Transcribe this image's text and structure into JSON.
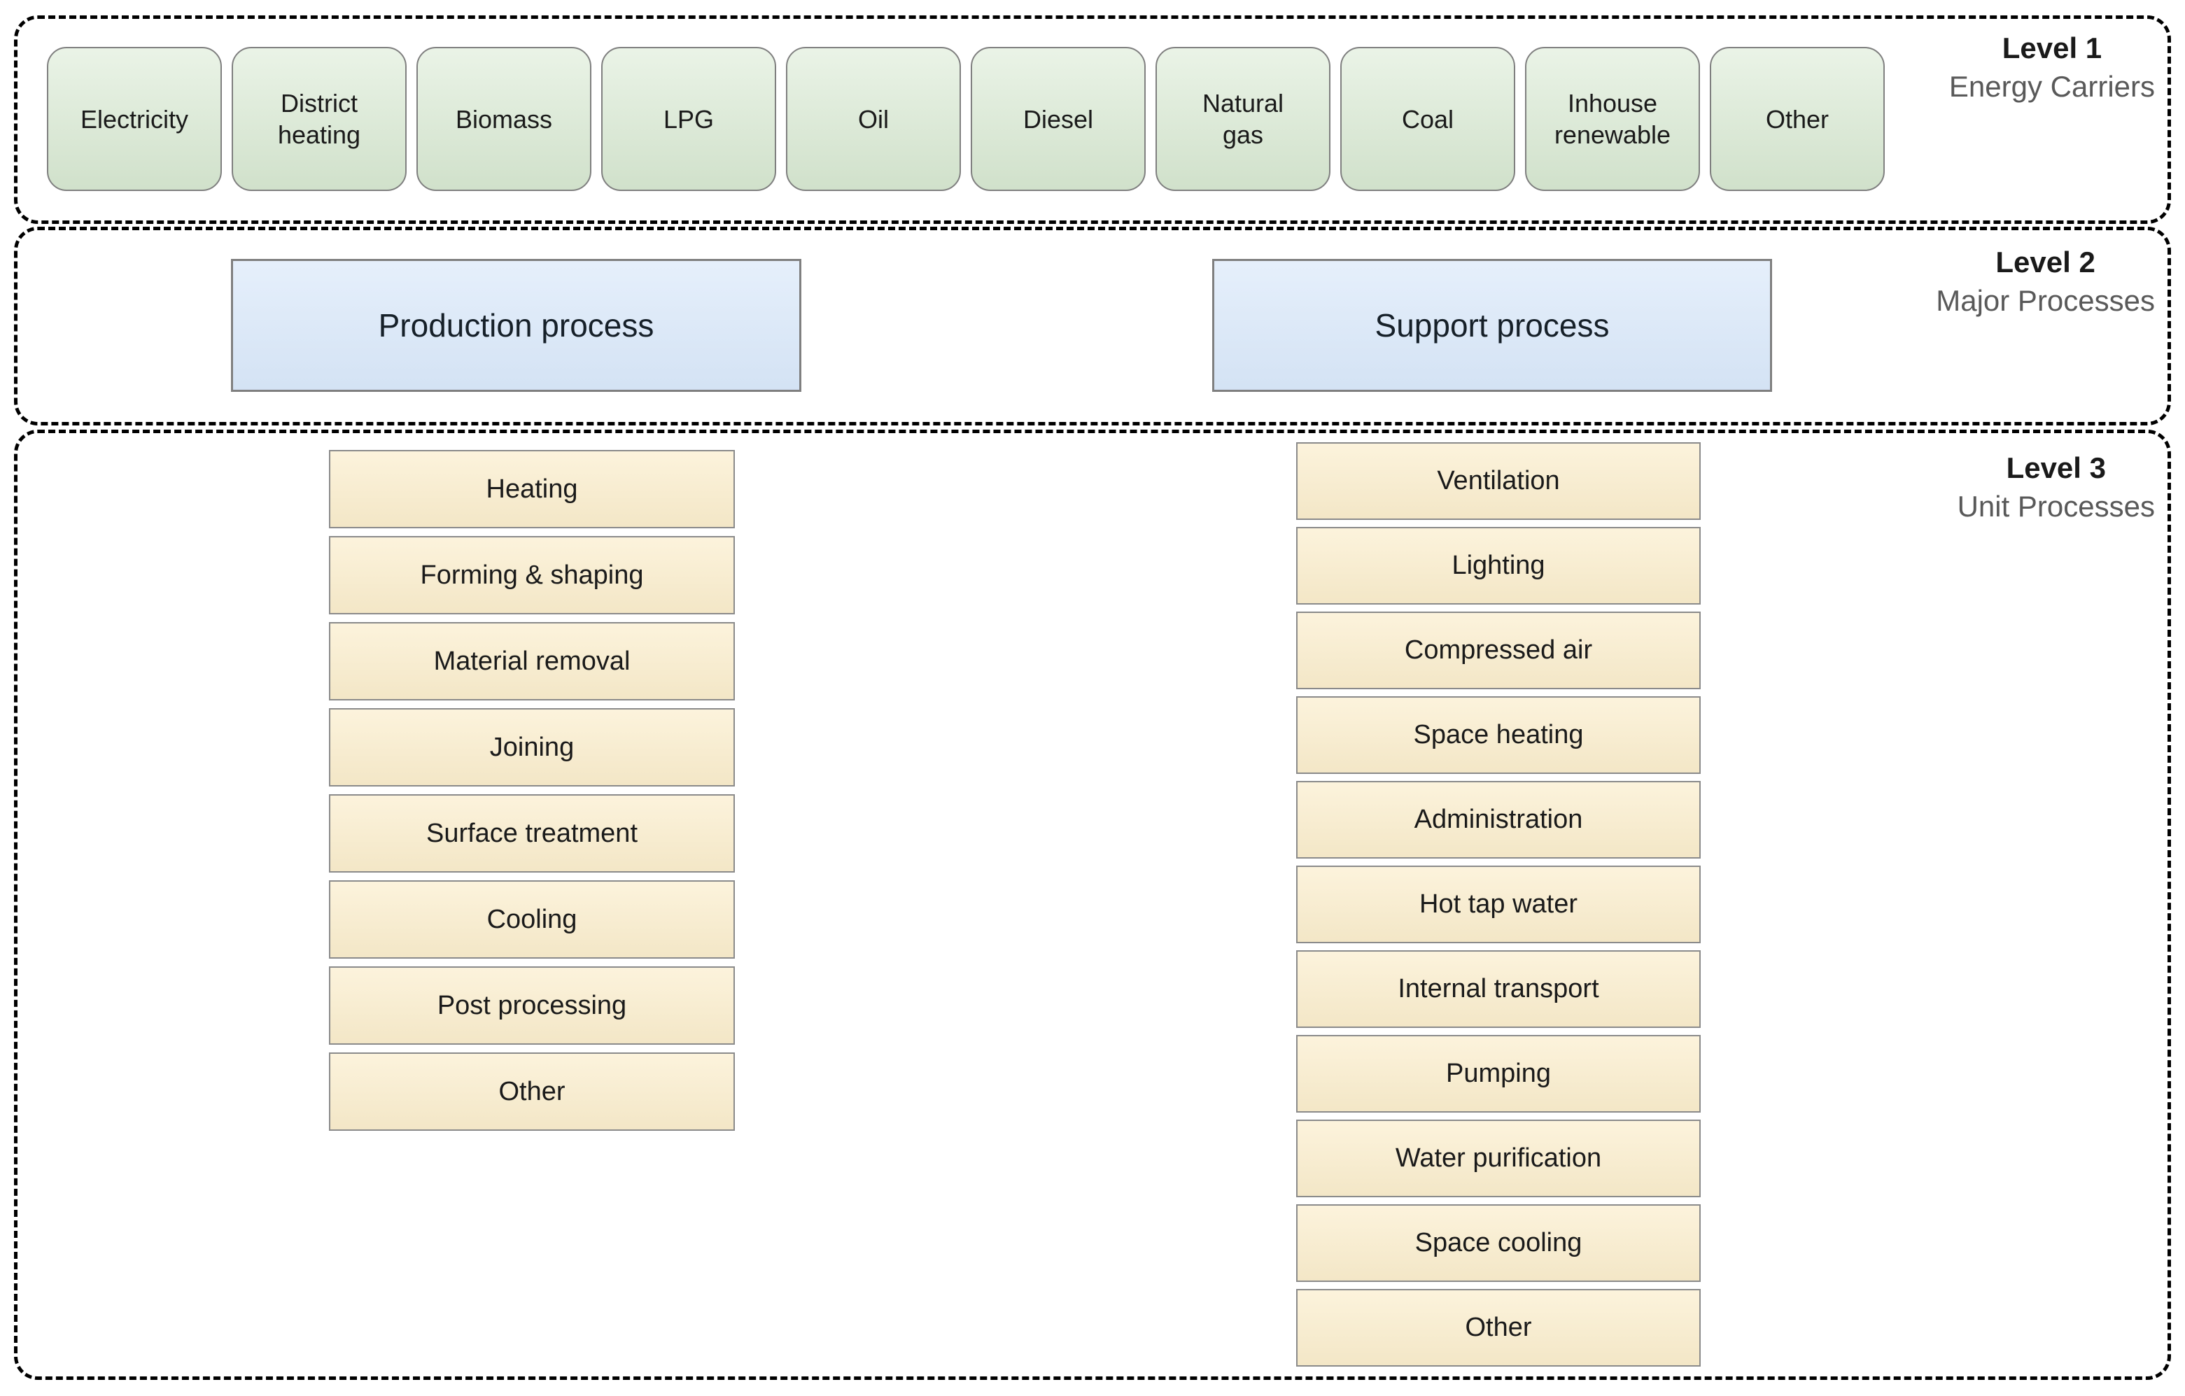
{
  "diagram": {
    "bands": [
      {
        "title": "Level 1",
        "subtitle": "Energy Carriers"
      },
      {
        "title": "Level 2",
        "subtitle": "Major Processes"
      },
      {
        "title": "Level 3",
        "subtitle": "Unit Processes"
      }
    ],
    "energy_carriers": [
      "Electricity",
      "District\nheating",
      "Biomass",
      "LPG",
      "Oil",
      "Diesel",
      "Natural\ngas",
      "Coal",
      "Inhouse\nrenewable",
      "Other"
    ],
    "major_processes": {
      "production": "Production process",
      "support": "Support process"
    },
    "unit_processes": {
      "production": [
        "Heating",
        "Forming & shaping",
        "Material removal",
        "Joining",
        "Surface treatment",
        "Cooling",
        "Post processing",
        "Other"
      ],
      "support": [
        "Ventilation",
        "Lighting",
        "Compressed air",
        "Space heating",
        "Administration",
        "Hot tap water",
        "Internal transport",
        "Pumping",
        "Water purification",
        "Space cooling",
        "Other"
      ]
    },
    "colors": {
      "energy_fill": "#d9ead3",
      "process_fill": "#d8e7f9",
      "unit_fill": "#fbeecd",
      "box_border": "#7f7f7f",
      "band_border": "#000000",
      "subtitle_color": "#595959",
      "text_color": "#1a1a1a"
    }
  }
}
